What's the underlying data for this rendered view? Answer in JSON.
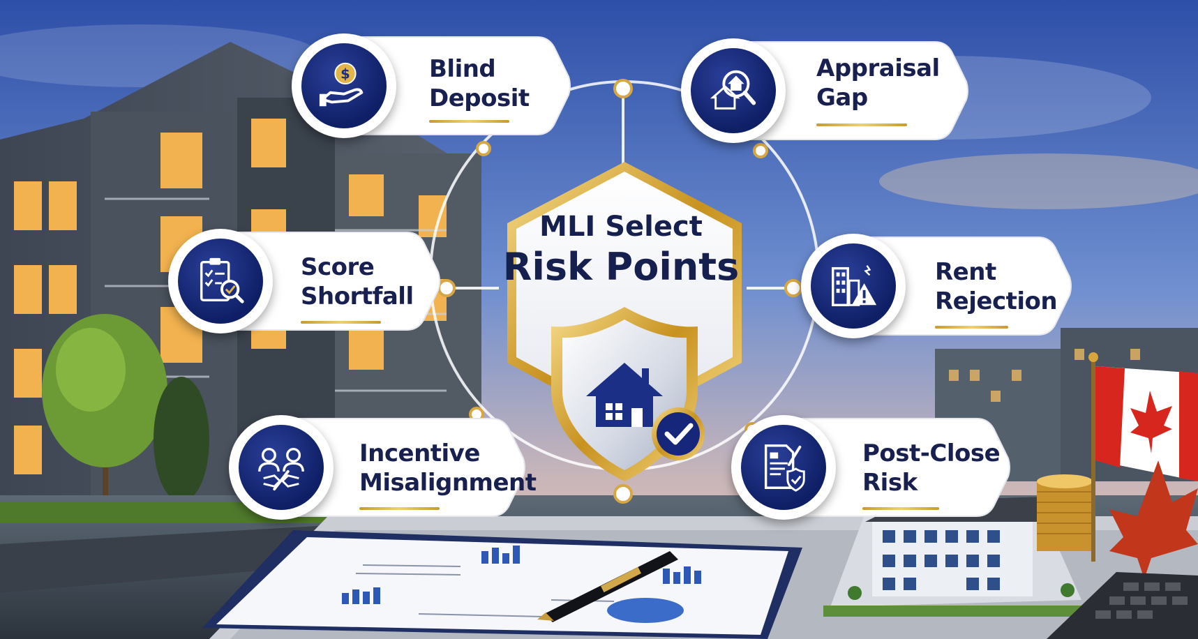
{
  "center": {
    "line1": "MLI Select",
    "line2": "Risk Points"
  },
  "risks": [
    {
      "line1": "Blind",
      "line2": "Deposit",
      "icon": "hand-coin-icon"
    },
    {
      "line1": "Appraisal",
      "line2": "Gap",
      "icon": "house-search-icon"
    },
    {
      "line1": "Score",
      "line2": "Shortfall",
      "icon": "clipboard-check-icon"
    },
    {
      "line1": "Rent",
      "line2": "Rejection",
      "icon": "building-warning-icon"
    },
    {
      "line1": "Incentive",
      "line2": "Misalignment",
      "icon": "split-people-icon"
    },
    {
      "line1": "Post-Close",
      "line2": "Risk",
      "icon": "document-shield-icon"
    }
  ],
  "colors": {
    "navy": "#15204e",
    "gold": "#d4a63a",
    "icon_bg": "#1a2d80",
    "card": "#ffffff"
  }
}
